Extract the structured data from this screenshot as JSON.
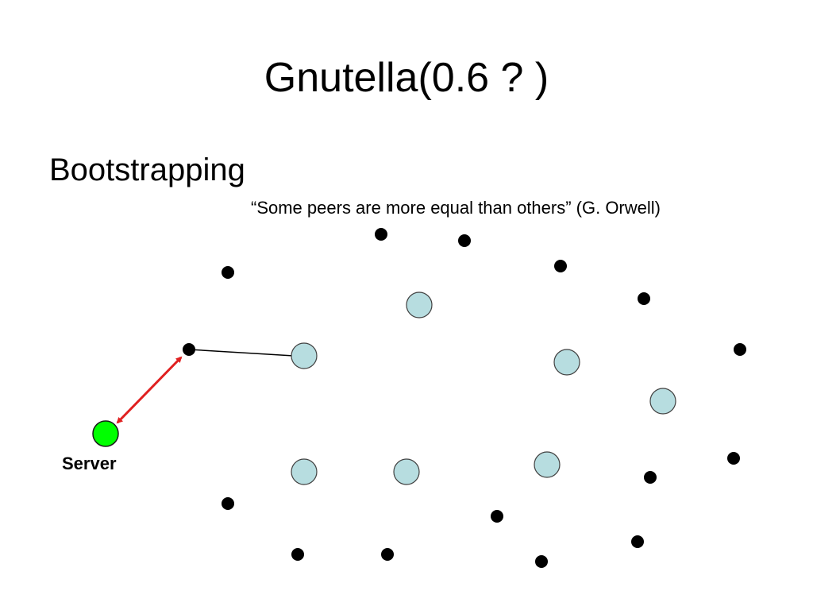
{
  "slide": {
    "title": "Gnutella(0.6 ? )",
    "subtitle": "Bootstrapping",
    "quote": "“Some peers are more equal than others” (G. Orwell)"
  },
  "diagram": {
    "server_label": "Server",
    "colors": {
      "peer": "#000000",
      "ultrapeer_fill": "#b7dde0",
      "ultrapeer_stroke": "#404040",
      "server_fill": "#00ff00",
      "server_stroke": "#1a1a1a",
      "bootstrap_link": "#e02020",
      "connection": "#000000"
    }
  }
}
